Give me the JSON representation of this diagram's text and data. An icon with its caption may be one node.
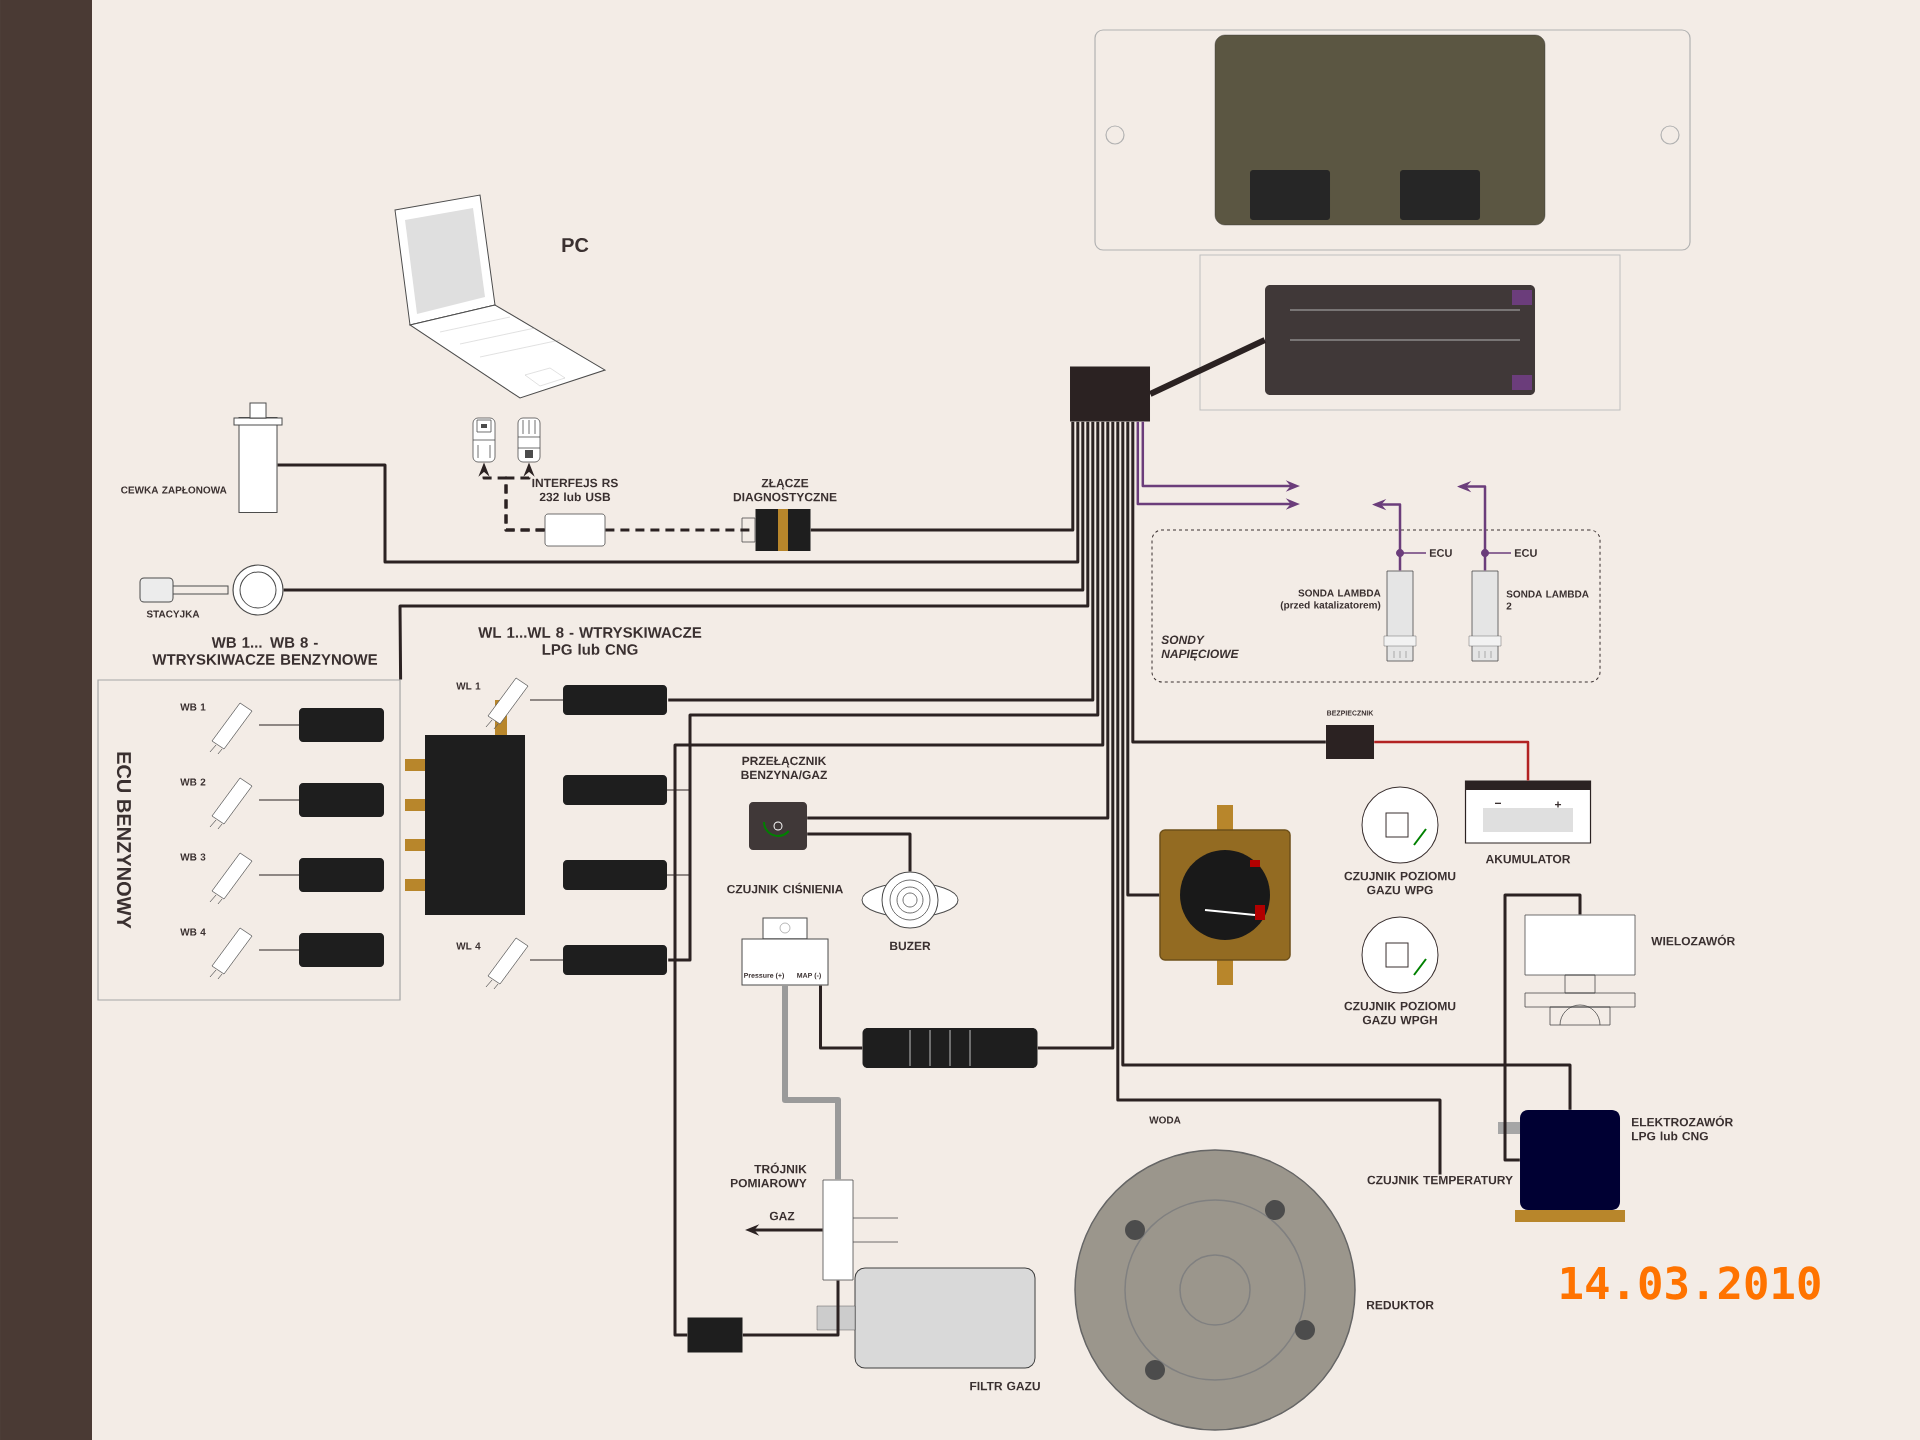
{
  "diagram": {
    "nodes": [
      {
        "text": [],
        "shape": "picture"
      },
      {
        "text": [],
        "shape": "picture"
      },
      {
        "text": [],
        "shape": "box"
      },
      {
        "text": [
          "PC"
        ]
      },
      {
        "text": [
          "INTERFEJS RS 232 lub USB"
        ]
      },
      {
        "text": [
          "ZŁĄCZE DIAGNOSTYCZNE"
        ]
      },
      {
        "text": [
          "CEWKA ZAPŁONOWA"
        ]
      },
      {
        "text": [
          "STACYJKA"
        ]
      },
      {
        "text": [
          "ECU BENZYNOWY"
        ]
      },
      {
        "text": [
          "WB 1"
        ],
        "in": 8
      },
      {
        "text": [
          "WB 2"
        ],
        "in": 8
      },
      {
        "text": [
          "WB 3"
        ],
        "in": 8
      },
      {
        "text": [
          "WB 4"
        ],
        "in": 8
      },
      {
        "text": [],
        "shape": "box"
      },
      {
        "text": [
          "WL 1"
        ]
      },
      {
        "text": [
          "WL 4"
        ]
      },
      {
        "text": [
          "PRZEŁĄCZNIK BENZYNA/GAZ"
        ]
      },
      {
        "text": [
          "BUZER"
        ]
      },
      {
        "text": [
          "CZUJNIK CIŚNIENIA",
          "Pressure (+)",
          "MAP (-)"
        ]
      },
      {
        "text": [],
        "shape": "picture"
      },
      {
        "text": [
          "SONDY NAPIĘCIOWE"
        ]
      },
      {
        "text": [
          "SONDA LAMBDA (przed katalizatorem)"
        ],
        "in": 20,
        "beside": [
          "ECU"
        ]
      },
      {
        "text": [
          "SONDA LAMBDA 2"
        ],
        "in": 20,
        "beside": [
          "ECU"
        ]
      },
      {
        "text": [
          "BEZPIECZNIK"
        ]
      },
      {
        "text": [
          "−",
          "+",
          "AKUMULATOR"
        ]
      },
      {
        "text": [],
        "shape": "picture"
      },
      {
        "text": [
          "CZUJNIK POZIOMU GAZU WPG"
        ]
      },
      {
        "text": [
          "CZUJNIK POZIOMU GAZU WPGH"
        ]
      },
      {
        "text": [
          "WIELOZAWÓR"
        ]
      },
      {
        "text": [
          "ELEKTROZAWÓR LPG lub CNG"
        ]
      },
      {
        "text": [
          "REDUKTOR"
        ]
      },
      {
        "text": [
          "FILTR GAZU"
        ]
      },
      {
        "text": [
          "TRÓJNIK POMIAROWY"
        ]
      },
      {
        "text": [
          "CZUJNIK TEMPERATURY"
        ]
      },
      {
        "text": [],
        "shape": "box"
      },
      {
        "text": [],
        "shape": "picture"
      },
      {
        "text": [],
        "shape": "picture"
      }
    ],
    "edges": [
      {
        "from": 1,
        "to": 2,
        "arrow": "none",
        "style": "thick"
      },
      {
        "from": 2,
        "to": 5,
        "arrow": "none"
      },
      {
        "from": 4,
        "to": 5,
        "arrow": "none",
        "style": "dashed"
      },
      {
        "from": 4,
        "to": 35,
        "arrow": "to",
        "style": "dashed"
      },
      {
        "from": 4,
        "to": 36,
        "arrow": "to",
        "style": "dashed"
      },
      {
        "from": 2,
        "to": 6,
        "arrow": "none"
      },
      {
        "from": 2,
        "to": 7,
        "arrow": "none"
      },
      {
        "from": 2,
        "to": 8,
        "arrow": "none"
      },
      {
        "from": 2,
        "to": 14,
        "arrow": "none"
      },
      {
        "from": 2,
        "to": 15,
        "arrow": "none"
      },
      {
        "from": 2,
        "to": 34,
        "arrow": "none"
      },
      {
        "from": 2,
        "to": 16,
        "arrow": "none"
      },
      {
        "from": 16,
        "to": 17,
        "arrow": "none"
      },
      {
        "from": 2,
        "to": 19,
        "arrow": "none"
      },
      {
        "from": 18,
        "to": 19,
        "arrow": "none"
      },
      {
        "from": 18,
        "to": 32,
        "arrow": "none",
        "style": "thick",
        "color": "#9a9a9a"
      },
      {
        "from": 34,
        "to": 32,
        "arrow": "none"
      },
      {
        "from": 32,
        "to": null,
        "arrow": "to",
        "label": "GAZ"
      },
      {
        "from": 2,
        "to": null,
        "arrow": "to",
        "color": "#6b3d7b"
      },
      {
        "from": 2,
        "to": null,
        "arrow": "to",
        "color": "#6b3d7b"
      },
      {
        "from": 21,
        "to": null,
        "arrow": "to",
        "color": "#6b3d7b"
      },
      {
        "from": 22,
        "to": null,
        "arrow": "to",
        "color": "#6b3d7b"
      },
      {
        "from": 2,
        "to": 23,
        "arrow": "none"
      },
      {
        "from": 23,
        "to": 24,
        "arrow": "none",
        "color": "#b22222"
      },
      {
        "from": 2,
        "to": 25,
        "arrow": "none"
      },
      {
        "from": 2,
        "to": 29,
        "arrow": "none"
      },
      {
        "from": 29,
        "to": 28,
        "arrow": "none"
      },
      {
        "from": 2,
        "to": 33,
        "arrow": "none"
      }
    ],
    "labels": [
      "WB 1... WB 8 - WTRYSKIWACZE BENZYNOWE",
      "WL 1...WL 8 - WTRYSKIWACZE LPG lub CNG",
      "WODA",
      "14.03.2010"
    ]
  }
}
